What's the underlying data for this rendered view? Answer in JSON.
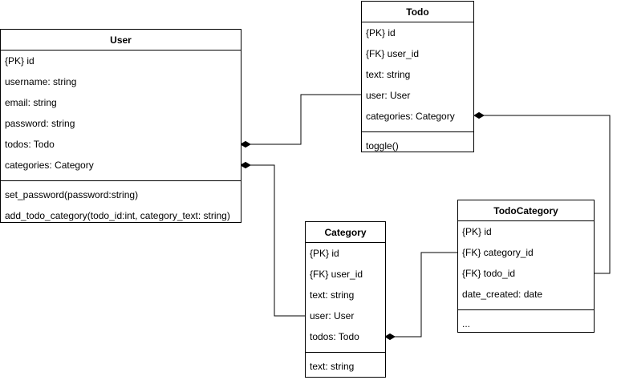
{
  "classes": {
    "user": {
      "name": "User",
      "attributes": [
        "{PK} id",
        "username: string",
        "email: string",
        "password: string",
        "todos: Todo",
        "categories: Category"
      ],
      "methods": [
        "set_password(password:string)",
        "add_todo_category(todo_id:int, category_text: string)"
      ]
    },
    "todo": {
      "name": "Todo",
      "attributes": [
        "{PK} id",
        "{FK} user_id",
        "text: string",
        "user: User",
        "categories: Category"
      ],
      "methods": [
        "toggle()"
      ]
    },
    "category": {
      "name": "Category",
      "attributes": [
        "{PK} id",
        "{FK} user_id",
        "text: string",
        "user: User",
        "todos: Todo"
      ],
      "methods": [
        "text: string"
      ]
    },
    "todo_category": {
      "name": "TodoCategory",
      "attributes": [
        "{PK} id",
        "{FK} category_id",
        "{FK} todo_id",
        "date_created: date"
      ],
      "methods": [
        "..."
      ]
    }
  },
  "colors": {
    "stroke": "#000000",
    "background": "#ffffff"
  }
}
